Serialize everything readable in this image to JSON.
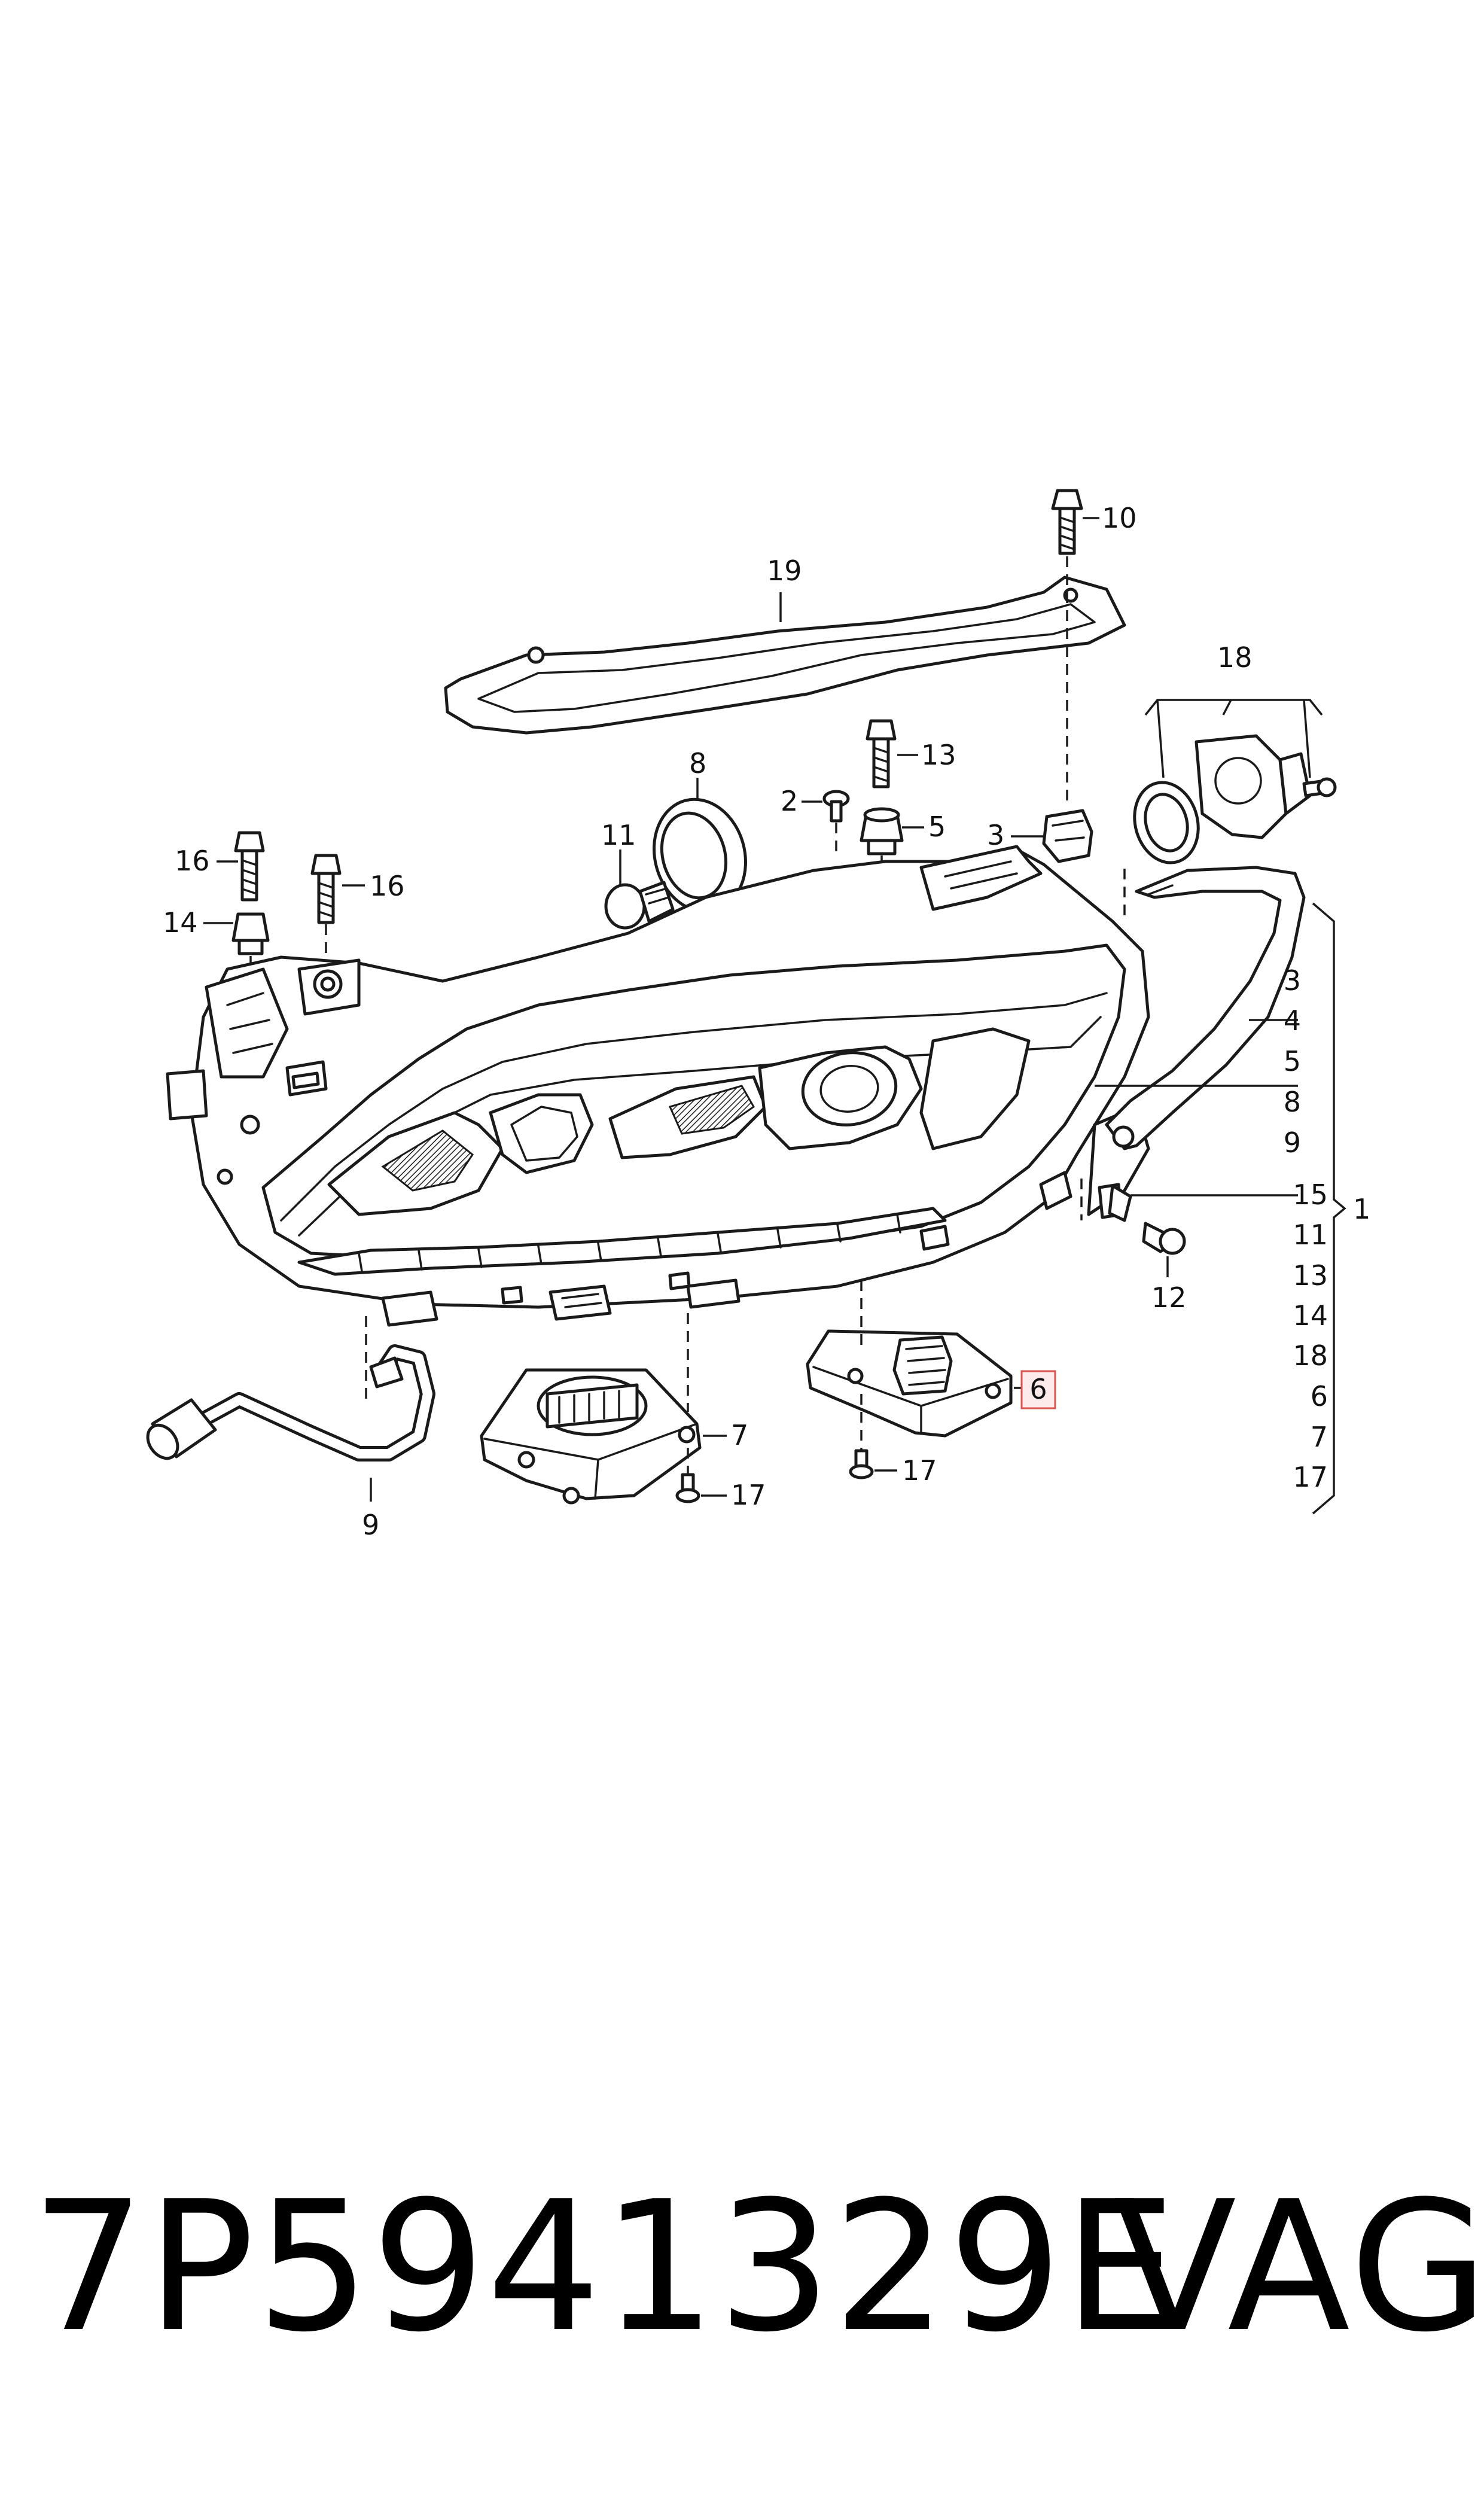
{
  "callouts": {
    "c1": "1",
    "c2": "2",
    "c3": "3",
    "c4": "4",
    "c5": "5",
    "c6": "6",
    "c7": "7",
    "c8": "8",
    "c9": "9",
    "c10": "10",
    "c11": "11",
    "c12": "12",
    "c13": "13",
    "c14": "14",
    "c15": "15",
    "c16": "16",
    "c17": "17",
    "c18": "18",
    "c19": "19"
  },
  "bracket_list": [
    "3",
    "4",
    "5",
    "8",
    "9",
    "15",
    "11",
    "13",
    "14",
    "18",
    "6",
    "7",
    "17"
  ],
  "highlighted_callout": "6",
  "colors": {
    "line": "#1a1a1a",
    "highlight_border": "#d9534f",
    "highlight_fill": "#fdeaea"
  },
  "footer": {
    "part_number": "7P5941329E",
    "brand": "VAG"
  }
}
